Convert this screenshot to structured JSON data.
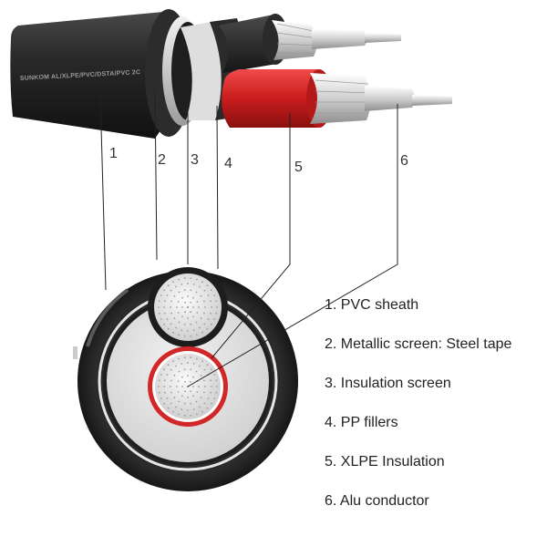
{
  "cable": {
    "print_text": "SUNKOM AL/XLPE/PVC/DSTA/PVC 2C"
  },
  "pointers": [
    {
      "number": "1"
    },
    {
      "number": "2"
    },
    {
      "number": "3"
    },
    {
      "number": "4"
    },
    {
      "number": "5"
    },
    {
      "number": "6"
    }
  ],
  "legend": [
    {
      "label": "1. PVC sheath"
    },
    {
      "label": "2. Metallic screen: Steel tape"
    },
    {
      "label": "3. Insulation screen"
    },
    {
      "label": "4. PP fillers"
    },
    {
      "label": "5. XLPE Insulation"
    },
    {
      "label": "6. Alu conductor"
    }
  ],
  "colors": {
    "outer_sheath": "#232323",
    "insulation_red": "#d32626",
    "conductor": "#dcdcdc",
    "filler": "#e6e6e6"
  }
}
